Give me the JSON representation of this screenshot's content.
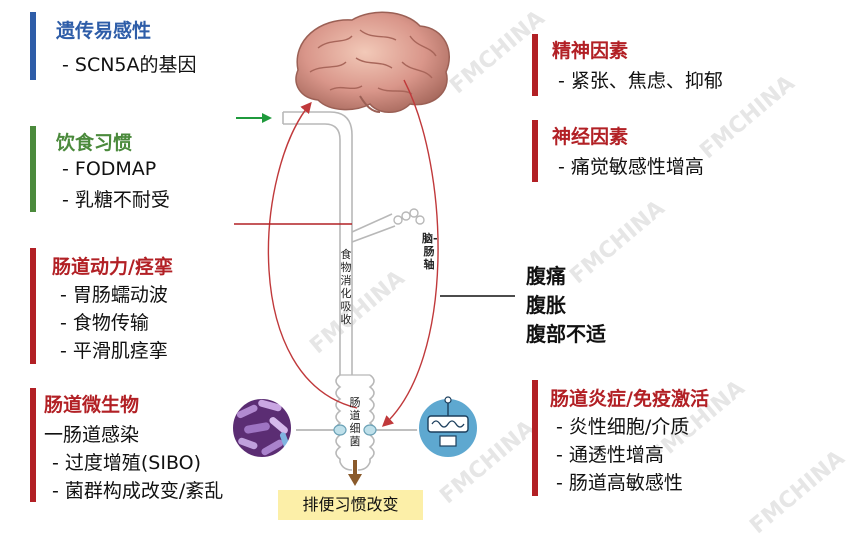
{
  "colors": {
    "blue": "#2e5da8",
    "green": "#4b8a3c",
    "red": "#b22025",
    "line_red": "#c0393b",
    "tube": "#b8b8b8",
    "arrow_green": "#1f9a3c",
    "arrow_brown": "#8a5a2b",
    "box": "#fcefa8"
  },
  "panels": {
    "genetic": {
      "title": "遗传易感性",
      "items": [
        "- SCN5A的基因"
      ]
    },
    "diet": {
      "title": "饮食习惯",
      "items": [
        "- FODMAP",
        "- 乳糖不耐受"
      ]
    },
    "motility": {
      "title": "肠道动力/痉挛",
      "items": [
        "- 胃肠蠕动波",
        "- 食物传输",
        "- 平滑肌痉挛"
      ]
    },
    "microbe": {
      "title": "肠道微生物",
      "items": [
        "一肠道感染",
        "- 过度增殖(SIBO)",
        "- 菌群构成改变/紊乱"
      ]
    },
    "mental": {
      "title": "精神因素",
      "items": [
        "- 紧张、焦虑、抑郁"
      ]
    },
    "neural": {
      "title": "神经因素",
      "items": [
        "- 痛觉敏感性增高"
      ]
    },
    "inflammation": {
      "title": "肠道炎症/免疫激活",
      "items": [
        "- 炎性细胞/介质",
        "- 通透性增高",
        "- 肠道高敏感性"
      ]
    }
  },
  "symptoms": [
    "腹痛",
    "腹胀",
    "腹部不适"
  ],
  "labels": {
    "digestion": "食物消化吸收",
    "gut_brain": "脑-肠轴",
    "gut_bacteria": "肠道细菌",
    "stool_change": "排便习惯改变"
  },
  "icons": [
    "brain-icon",
    "bacteria-micrograph-icon",
    "gut-lab-diagram-icon",
    "arrow-right-icon",
    "arrow-down-icon"
  ],
  "watermark": "FMCHINA"
}
